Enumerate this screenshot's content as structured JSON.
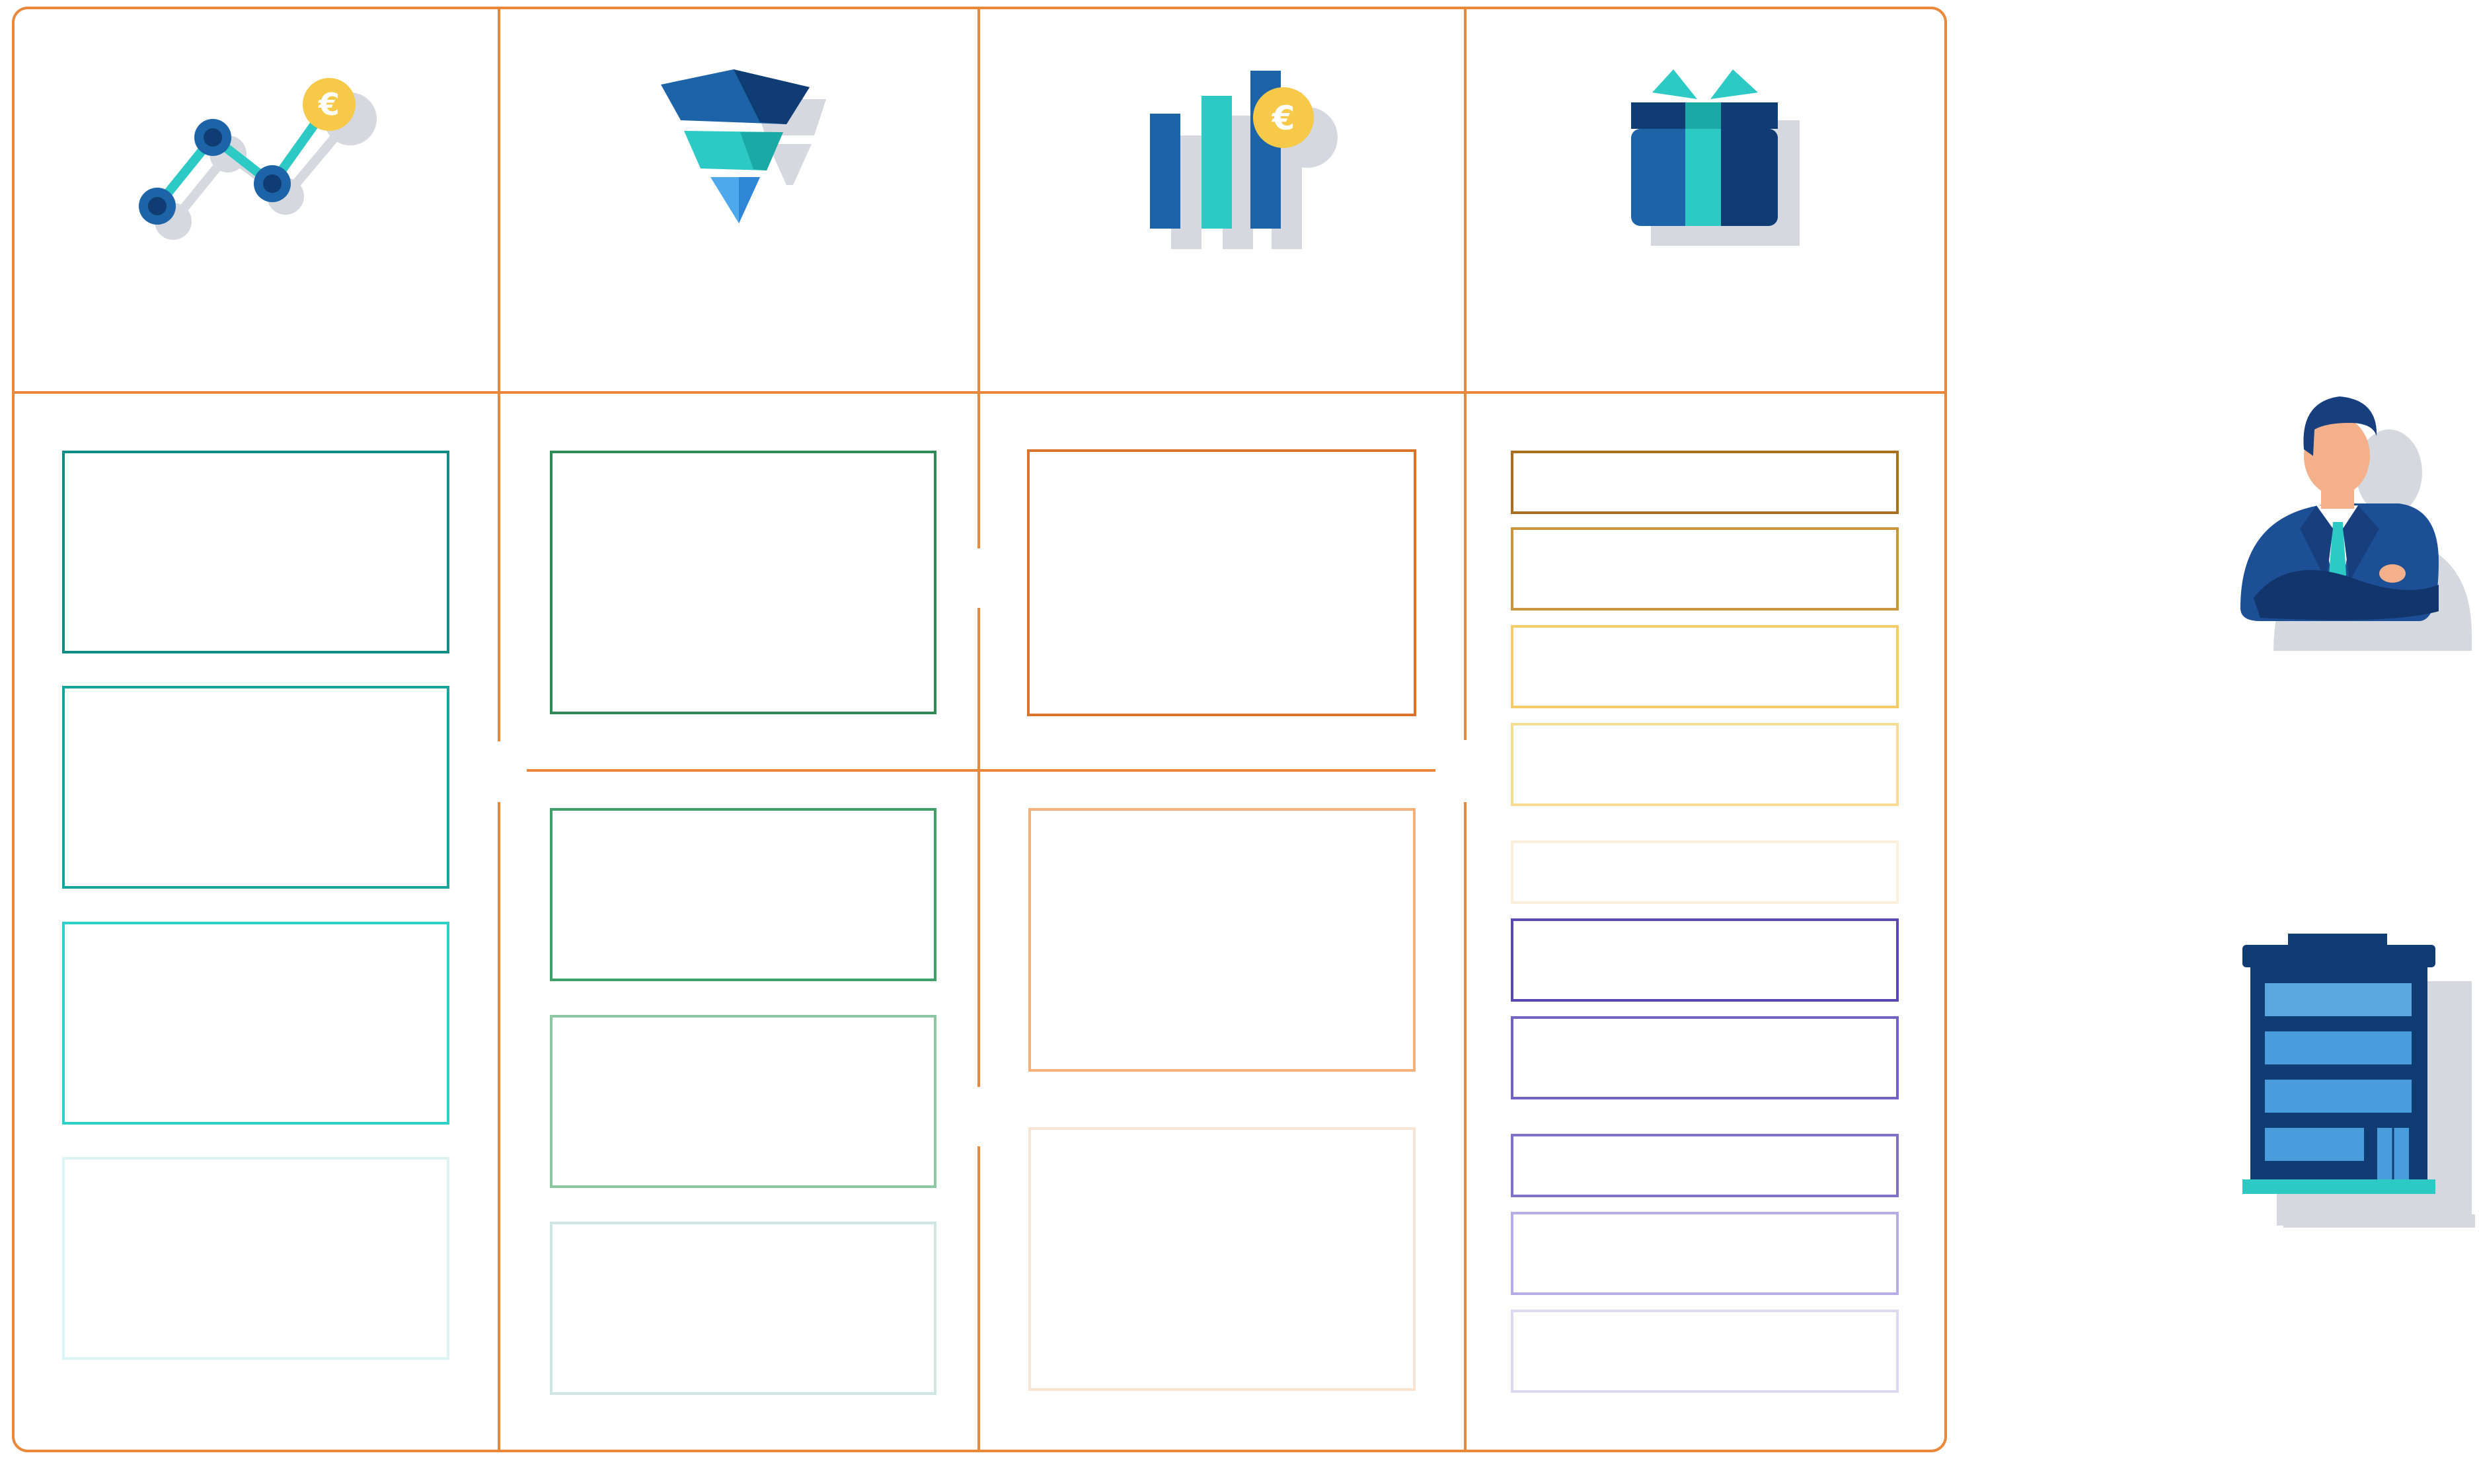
{
  "board": {
    "frame_color": "#E9873A",
    "columns": [
      {
        "id": "growth",
        "icon": "line-chart-euro-icon",
        "boxes": [
          {
            "stroke": "#0F8C85",
            "opacity": 1
          },
          {
            "stroke": "#14A59C",
            "opacity": 1
          },
          {
            "stroke": "#2ED1C9",
            "opacity": 1
          },
          {
            "stroke": "#B9ECE9",
            "opacity": 0.5
          }
        ]
      },
      {
        "id": "funnel",
        "icon": "funnel-icon",
        "boxes": [
          {
            "stroke": "#2E8B55",
            "opacity": 1
          },
          {
            "stroke": "#3FA068",
            "opacity": 1
          },
          {
            "stroke": "#8CC7A2",
            "opacity": 1
          },
          {
            "stroke": "#CFE6E3",
            "opacity": 1
          }
        ]
      },
      {
        "id": "revenue",
        "icon": "bar-chart-euro-icon",
        "boxes": [
          {
            "stroke": "#D9732B",
            "opacity": 1
          },
          {
            "stroke": "#F5B07C",
            "opacity": 1
          },
          {
            "stroke": "#FBE3D1",
            "opacity": 1
          }
        ]
      },
      {
        "id": "offer",
        "icon": "gift-box-icon",
        "boxes": [
          {
            "stroke": "#A8701E",
            "opacity": 1
          },
          {
            "stroke": "#C9963C",
            "opacity": 1
          },
          {
            "stroke": "#F6CC6A",
            "opacity": 1
          },
          {
            "stroke": "#F9DC94",
            "opacity": 1
          },
          {
            "stroke": "#FBF0DA",
            "opacity": 1
          },
          {
            "stroke": "#5B48B5",
            "opacity": 1
          },
          {
            "stroke": "#7262C4",
            "opacity": 1
          },
          {
            "stroke": "#7F70CC",
            "opacity": 1
          },
          {
            "stroke": "#B6ADE6",
            "opacity": 1
          },
          {
            "stroke": "#DCD8F3",
            "opacity": 1
          }
        ]
      }
    ]
  },
  "side_icons": [
    {
      "name": "businessman-icon"
    },
    {
      "name": "office-building-icon"
    }
  ],
  "colors": {
    "navy": "#0F3C73",
    "blue": "#1C63A8",
    "teal": "#2DC9C5",
    "coin": "#F7C948",
    "shadow": "#D5D8DE",
    "skin": "#F3B08A"
  }
}
